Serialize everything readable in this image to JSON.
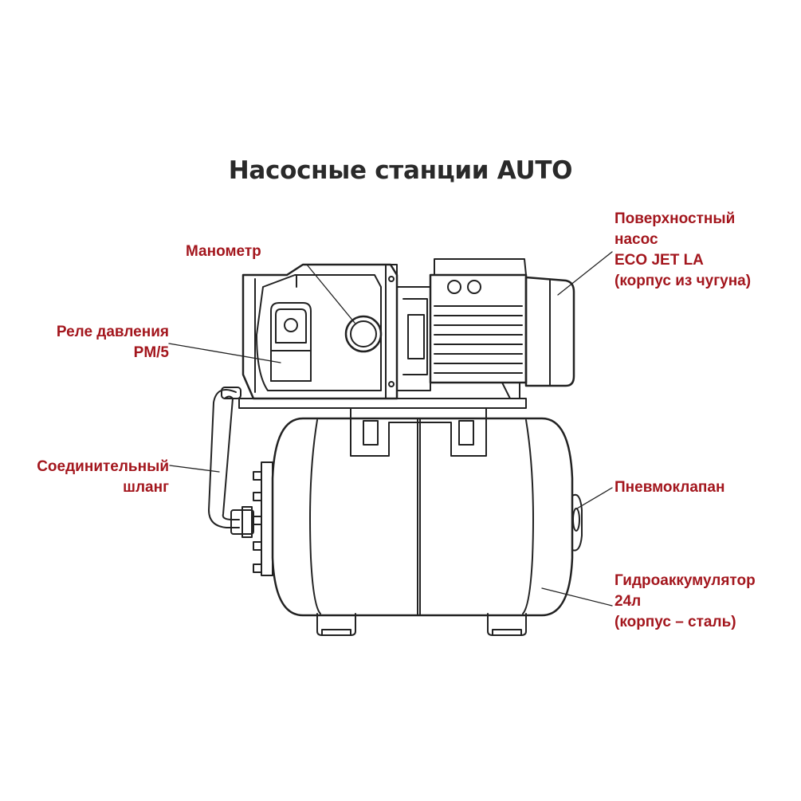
{
  "title": "Насосные станции AUTO",
  "labels": {
    "manometer": [
      "Манометр"
    ],
    "pressure_relay": [
      "Реле давления",
      "PM/5"
    ],
    "hose": [
      "Соединительный",
      "шланг"
    ],
    "pump": [
      "Поверхностный",
      "насос",
      "ECO JET LA",
      "(корпус из чугуна)"
    ],
    "valve": [
      "Пневмоклапан"
    ],
    "accumulator": [
      "Гидроаккумулятор",
      "24л",
      "(корпус – сталь)"
    ]
  },
  "colors": {
    "label": "#a3161d",
    "title": "#2a2a2a",
    "line": "#222222"
  }
}
